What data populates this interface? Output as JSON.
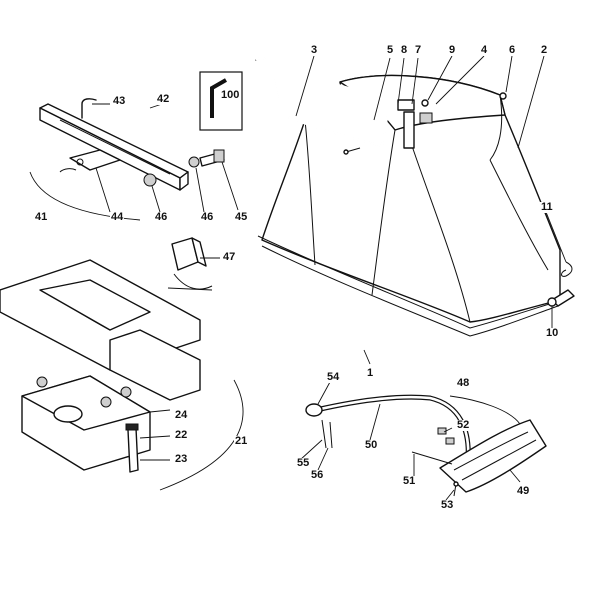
{
  "labels": {
    "p1": "1",
    "p2": "2",
    "p3": "3",
    "p4": "4",
    "p5": "5",
    "p6": "6",
    "p7": "7",
    "p8": "8",
    "p9": "9",
    "p10": "10",
    "p11": "11",
    "p21": "21",
    "p22": "22",
    "p23": "23",
    "p24": "24",
    "p41": "41",
    "p42": "42",
    "p43": "43",
    "p44": "44",
    "p45": "45",
    "p46a": "46",
    "p46b": "46",
    "p47": "47",
    "p48": "48",
    "p49": "49",
    "p50": "50",
    "p51": "51",
    "p52": "52",
    "p53": "53",
    "p54": "54",
    "p55": "55",
    "p56": "56",
    "p100": "100"
  }
}
